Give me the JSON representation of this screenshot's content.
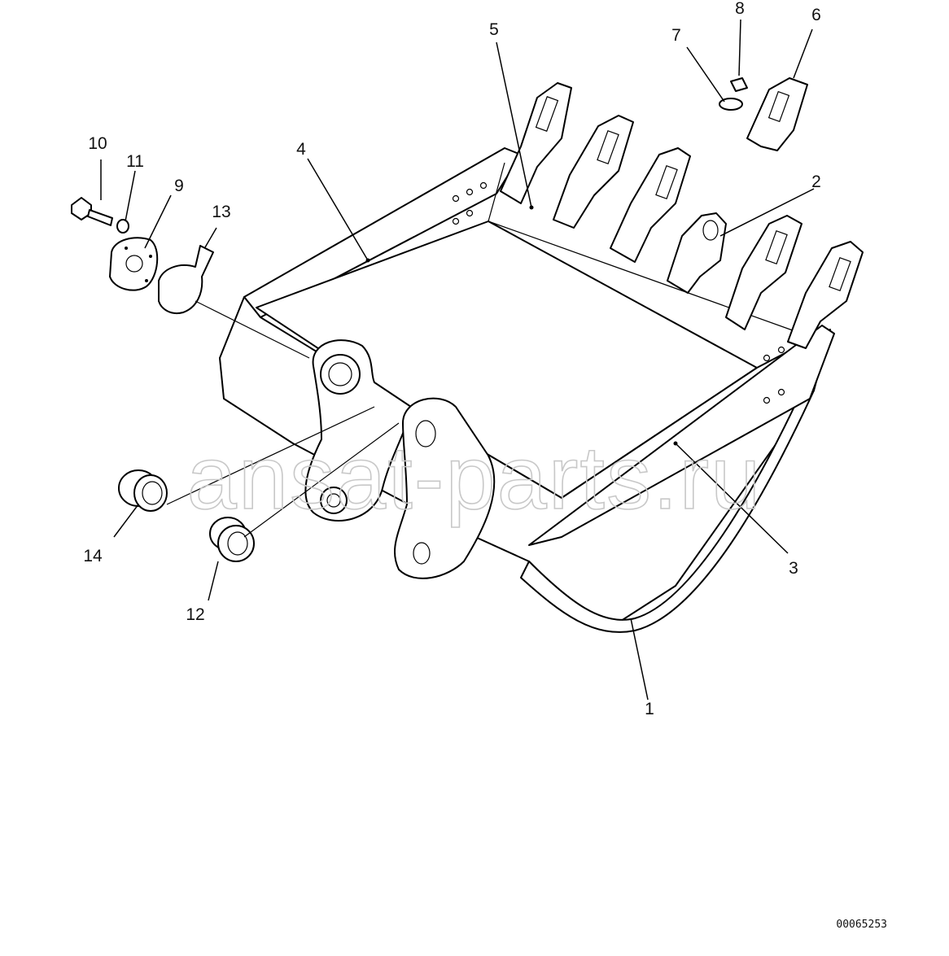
{
  "diagram": {
    "watermark": "ansat-parts.ru",
    "document_code": "00065253",
    "callouts": {
      "c1": "1",
      "c2": "2",
      "c3": "3",
      "c4": "4",
      "c5": "5",
      "c6": "6",
      "c7": "7",
      "c8": "8",
      "c9": "9",
      "c10": "10",
      "c11": "11",
      "c12": "12",
      "c13": "13",
      "c14": "14"
    }
  }
}
